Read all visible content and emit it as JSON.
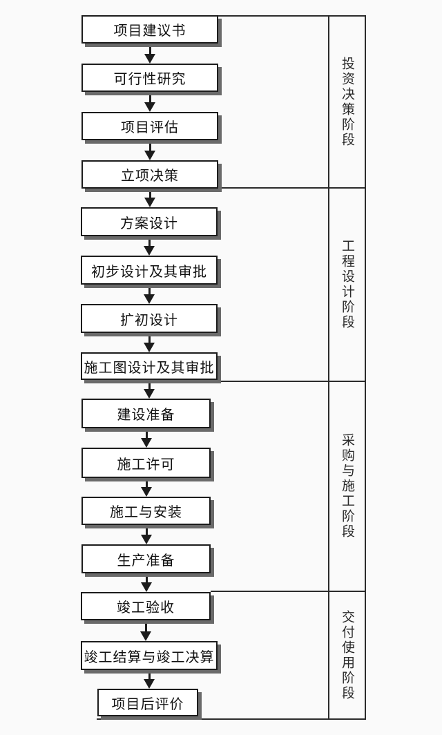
{
  "phases": [
    {
      "label": "投资决策阶段",
      "steps": [
        "项目建议书",
        "可行性研究",
        "项目评估",
        "立项决策"
      ]
    },
    {
      "label": "工程设计阶段",
      "steps": [
        "方案设计",
        "初步设计及其审批",
        "扩初设计",
        "施工图设计及其审批"
      ]
    },
    {
      "label": "采购与施工阶段",
      "steps": [
        "建设准备",
        "施工许可",
        "施工与安装",
        "生产准备"
      ]
    },
    {
      "label": "交付使用阶段",
      "steps": [
        "竣工验收",
        "竣工结算与竣工决算",
        "项目后评价"
      ]
    }
  ],
  "colors": {
    "line": "#2b2b2b",
    "box_border": "#1c1c1c",
    "box_fill": "#ffffff",
    "shadow": "#6a6a6a",
    "background": "#fafafa",
    "text": "#111111"
  }
}
